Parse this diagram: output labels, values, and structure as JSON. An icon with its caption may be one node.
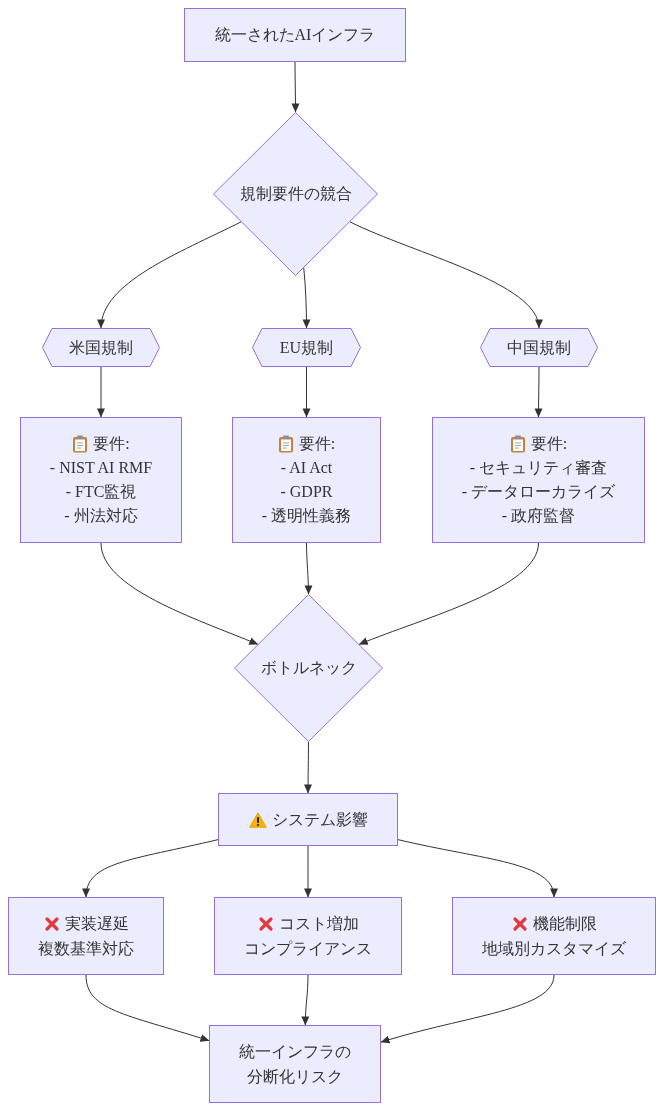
{
  "diagram": {
    "nodes": [
      {
        "text": [
          "統一されたAIインフラ"
        ]
      },
      {
        "text": [
          "規制要件の競合"
        ]
      },
      {
        "text": [
          "米国規制"
        ]
      },
      {
        "text": [
          "EU規制"
        ]
      },
      {
        "text": [
          "中国規制"
        ]
      },
      {
        "text": [
          "要件:",
          "- NIST AI RMF",
          "- FTC監視",
          "- 州法対応"
        ]
      },
      {
        "text": [
          "要件:",
          "- AI Act",
          "- GDPR",
          "- 透明性義務"
        ]
      },
      {
        "text": [
          "要件:",
          "- セキュリティ審査",
          "- データローカライズ",
          "- 政府監督"
        ]
      },
      {
        "text": [
          "ボトルネック"
        ]
      },
      {
        "text": [
          "システム影響"
        ]
      },
      {
        "text": [
          "実装遅延",
          "複数基準対応"
        ]
      },
      {
        "text": [
          "コスト増加",
          "コンプライアンス"
        ]
      },
      {
        "text": [
          "機能制限",
          "地域別カスタマイズ"
        ]
      },
      {
        "text": [
          "統一インフラの分断化リスク"
        ]
      }
    ],
    "edges": [
      {
        "from": 0,
        "to": 1,
        "arrow": "to"
      },
      {
        "from": 1,
        "to": 2,
        "arrow": "to"
      },
      {
        "from": 1,
        "to": 3,
        "arrow": "to"
      },
      {
        "from": 1,
        "to": 4,
        "arrow": "to"
      },
      {
        "from": 2,
        "to": 5,
        "arrow": "to"
      },
      {
        "from": 3,
        "to": 6,
        "arrow": "to"
      },
      {
        "from": 4,
        "to": 7,
        "arrow": "to"
      },
      {
        "from": 5,
        "to": 8,
        "arrow": "to"
      },
      {
        "from": 6,
        "to": 8,
        "arrow": "to"
      },
      {
        "from": 7,
        "to": 8,
        "arrow": "to"
      },
      {
        "from": 8,
        "to": 9,
        "arrow": "to"
      },
      {
        "from": 9,
        "to": 10,
        "arrow": "to"
      },
      {
        "from": 9,
        "to": 11,
        "arrow": "to"
      },
      {
        "from": 9,
        "to": 12,
        "arrow": "to"
      },
      {
        "from": 10,
        "to": 13,
        "arrow": "to"
      },
      {
        "from": 11,
        "to": 13,
        "arrow": "to"
      },
      {
        "from": 12,
        "to": 13,
        "arrow": "to"
      }
    ]
  }
}
